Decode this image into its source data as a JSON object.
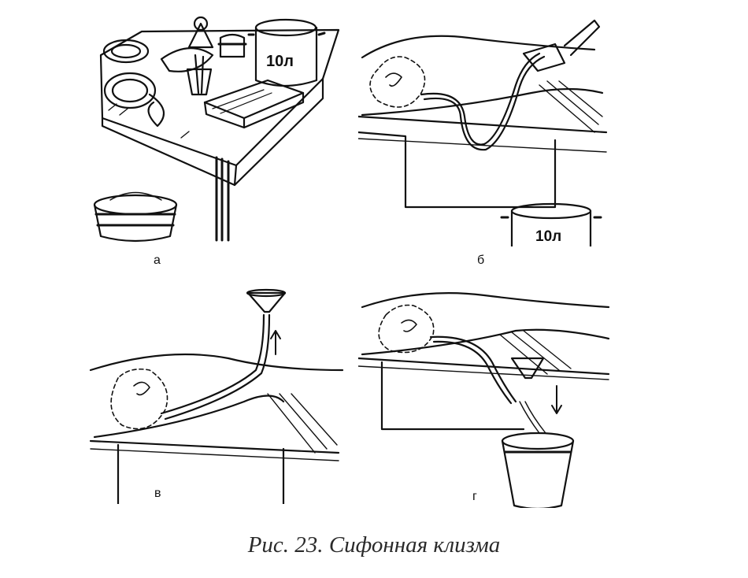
{
  "figure": {
    "caption_prefix": "Рис. 23.",
    "caption_title": "Сифонная клизма"
  },
  "panels": [
    {
      "id": "a",
      "label": "а",
      "volume_label": "10л"
    },
    {
      "id": "b",
      "label": "б",
      "volume_label": "10л"
    },
    {
      "id": "v",
      "label": "в"
    },
    {
      "id": "g",
      "label": "г"
    }
  ],
  "colors": {
    "ink": "#111111",
    "background": "#ffffff"
  }
}
